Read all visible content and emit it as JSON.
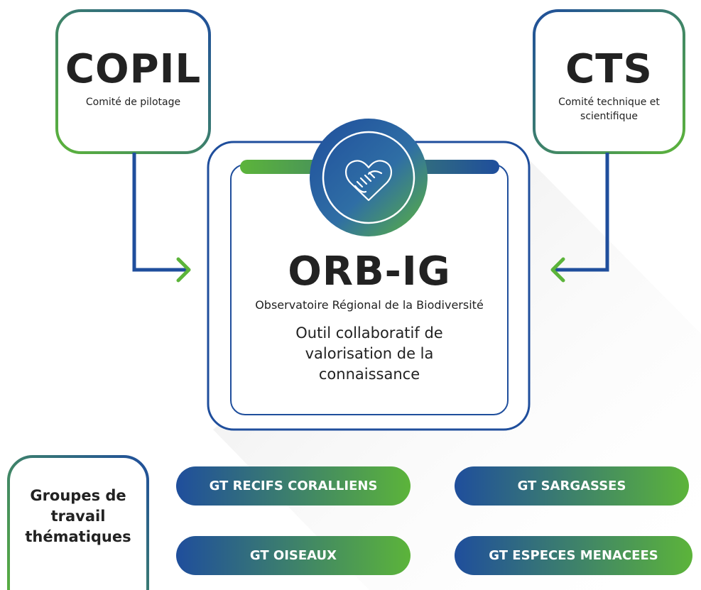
{
  "copil": {
    "acronym": "COPIL",
    "name": "Comité de pilotage"
  },
  "cts": {
    "acronym": "CTS",
    "name_line1": "Comité technique et",
    "name_line2": "scientifique"
  },
  "center": {
    "icon": "handshake-heart-icon",
    "acronym": "ORB-IG",
    "name": "Observatoire Régional de la Biodiversité",
    "tagline_line1": "Outil collaboratif de",
    "tagline_line2": "valorisation de la",
    "tagline_line3": "connaissance"
  },
  "groups": {
    "title_line1": "Groupes de",
    "title_line2": "travail",
    "title_line3": "thématiques",
    "items": [
      {
        "label": "GT RECIFS CORALLIENS"
      },
      {
        "label": "GT SARGASSES"
      },
      {
        "label": "GT OISEAUX"
      },
      {
        "label": "GT ESPECES MENACEES"
      }
    ]
  },
  "colors": {
    "blue": "#1f4e9c",
    "green": "#5cb43a",
    "text": "#222222"
  }
}
